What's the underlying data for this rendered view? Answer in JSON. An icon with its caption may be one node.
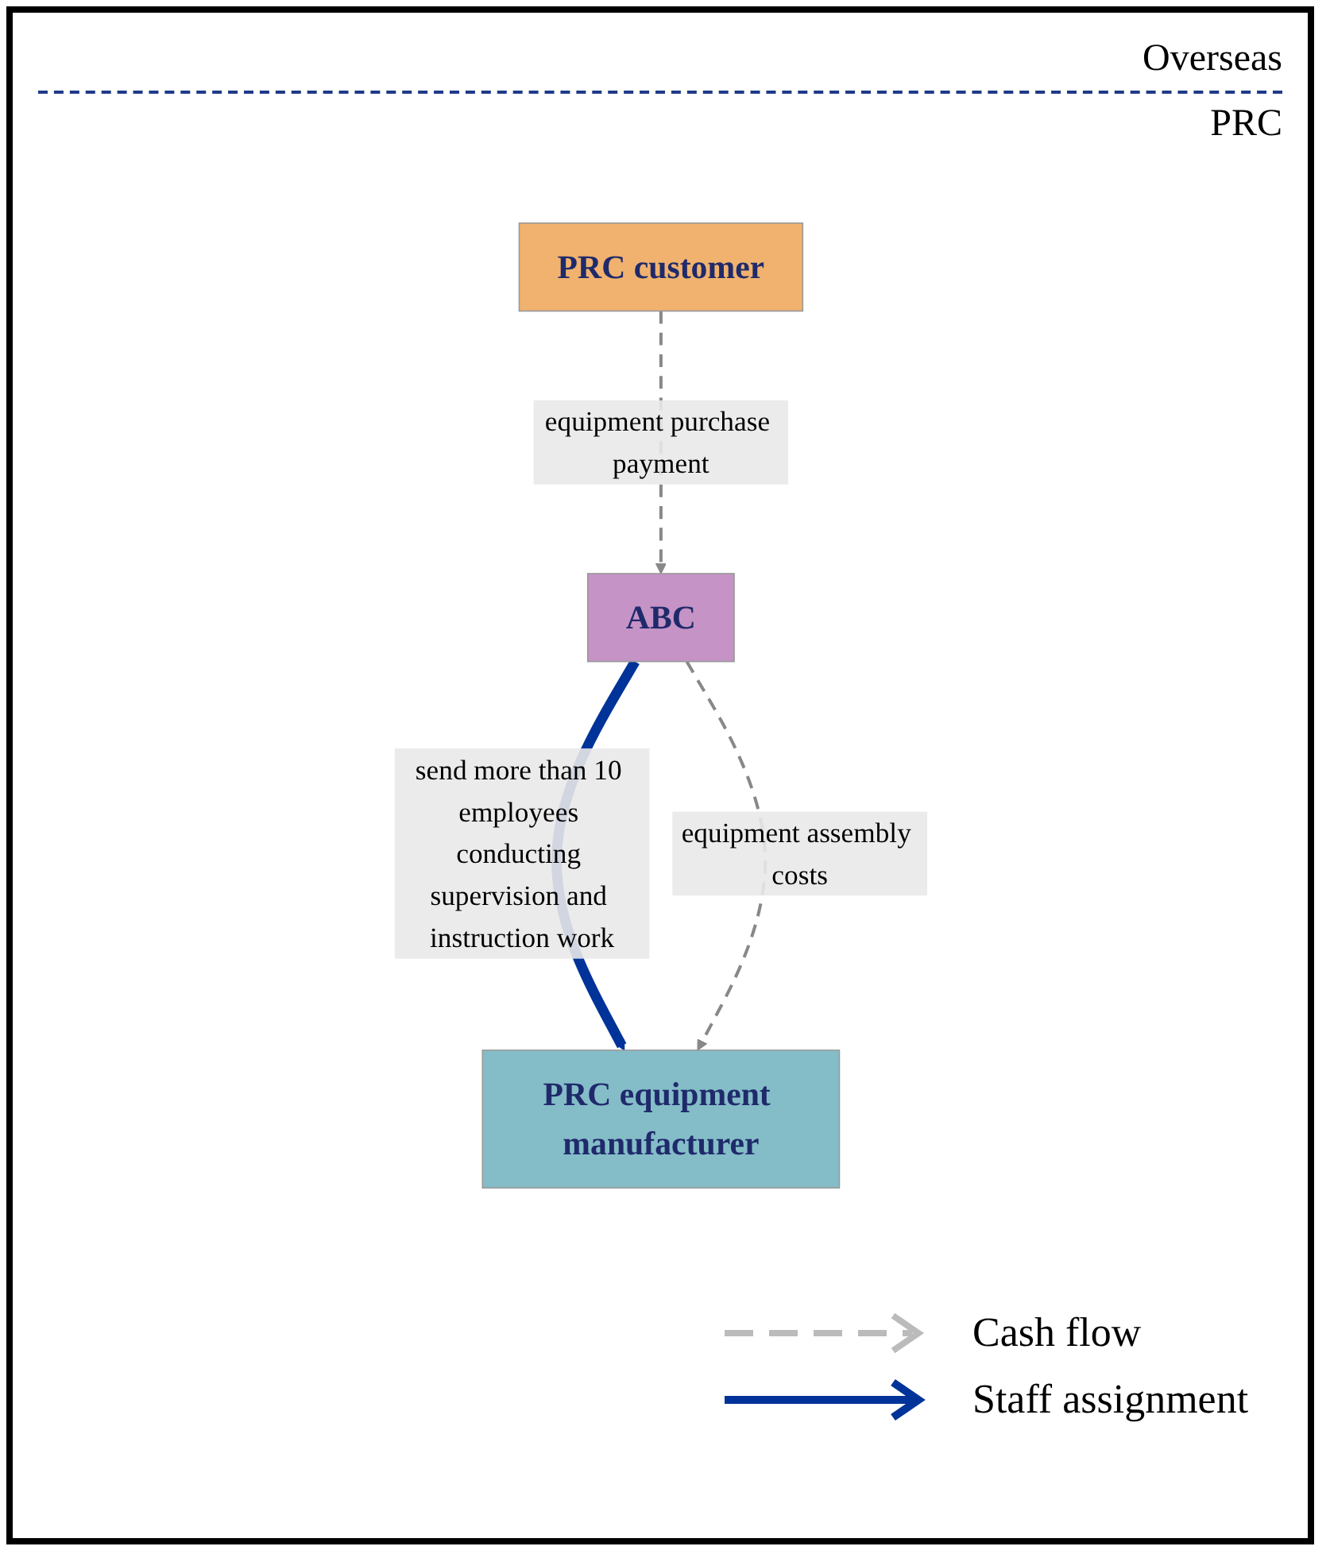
{
  "diagram": {
    "nodes": [
      {
        "text": [
          "ABC"
        ]
      },
      {
        "text": [
          "PRC equipment manufacturer"
        ]
      },
      {
        "text": [
          "PRC customer"
        ]
      }
    ],
    "edges": [
      {
        "from": 0,
        "to": 1,
        "arrow": "to",
        "label": "send more than 10 employees conducting supervision and instruction work",
        "style": "thick",
        "color": "#003399"
      },
      {
        "from": 0,
        "to": 1,
        "arrow": "to",
        "label": "equipment assembly costs",
        "style": "dashed"
      },
      {
        "from": 2,
        "to": 0,
        "arrow": "to",
        "label": "equipment purchase payment",
        "style": "dashed"
      }
    ],
    "labels": [
      "Overseas",
      "PRC"
    ],
    "legend": [
      {
        "text": "Cash flow"
      },
      {
        "text": "Staff assignment"
      }
    ]
  }
}
